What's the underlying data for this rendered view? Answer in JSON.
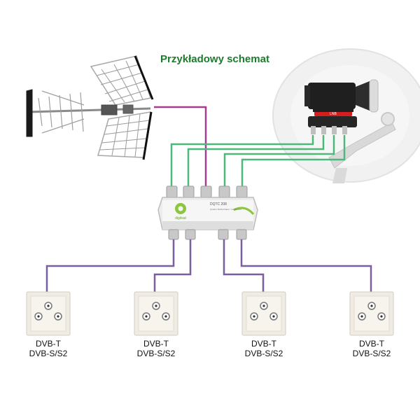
{
  "title": "Przykładowy schemat",
  "multiswitch": {
    "brand": "digitsat",
    "model": "DQTC 208",
    "subtitle": "Quattro Multischalter / multiswitch"
  },
  "outlets": [
    {
      "line1": "DVB-T",
      "line2": "DVB-S/S2"
    },
    {
      "line1": "DVB-T",
      "line2": "DVB-S/S2"
    },
    {
      "line1": "DVB-T",
      "line2": "DVB-S/S2"
    },
    {
      "line1": "DVB-T",
      "line2": "DVB-S/S2"
    }
  ],
  "colors": {
    "title": "#1f7a2e",
    "terrestrial_cable": "#a33d8f",
    "satellite_cable": "#4cb87a",
    "outlet_cable": "#7a5f9e",
    "lnb_body": "#222222",
    "lnb_label": "#c41e1e",
    "switch_accent": "#8cc63f"
  },
  "icons": {
    "antenna": "terrestrial-antenna-icon",
    "satellite": "satellite-dish-lnb-icon",
    "multiswitch": "multiswitch-icon",
    "outlet": "wall-socket-icon"
  }
}
